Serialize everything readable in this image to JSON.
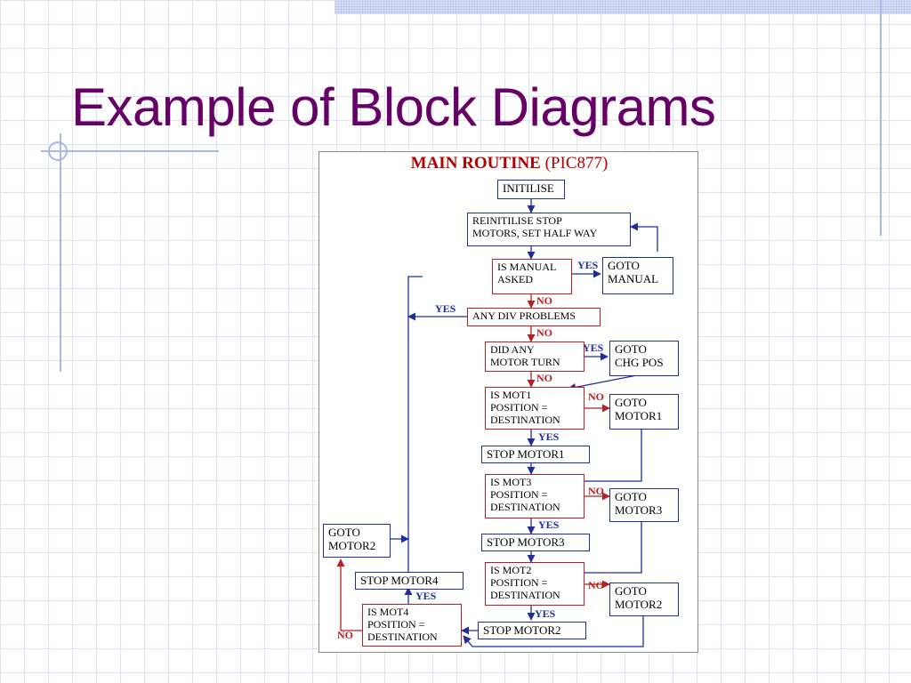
{
  "slide": {
    "title": "Example of Block Diagrams"
  },
  "diagram": {
    "title_main": "MAIN ROUTINE",
    "title_sub": "(PIC877)",
    "boxes": {
      "initilise": "INITILISE",
      "reinitilise": "REINITILISE STOP\nMOTORS, SET HALF WAY",
      "is_manual": "IS MANUAL\nASKED",
      "goto_manual": "GOTO\nMANUAL",
      "any_div": "ANY DIV PROBLEMS",
      "did_any_motor": "DID ANY\nMOTOR TURN",
      "goto_chg_pos": "GOTO\nCHG POS",
      "is_mot1": "IS MOT1\nPOSITION =\nDESTINATION",
      "goto_motor1": "GOTO\nMOTOR1",
      "stop_motor1": "STOP MOTOR1",
      "is_mot3": "IS MOT3\nPOSITION =\nDESTINATION",
      "goto_motor3": "GOTO\nMOTOR3",
      "stop_motor3": "STOP MOTOR3",
      "is_mot2": "IS MOT2\nPOSITION =\nDESTINATION",
      "goto_motor2_right": "GOTO\nMOTOR2",
      "stop_motor2": "STOP MOTOR2",
      "goto_motor2_left": "GOTO\nMOTOR2",
      "stop_motor4": "STOP MOTOR4",
      "is_mot4": "IS MOT4\nPOSITION =\nDESTINATION"
    },
    "labels": {
      "yes": "YES",
      "no": "NO"
    }
  }
}
